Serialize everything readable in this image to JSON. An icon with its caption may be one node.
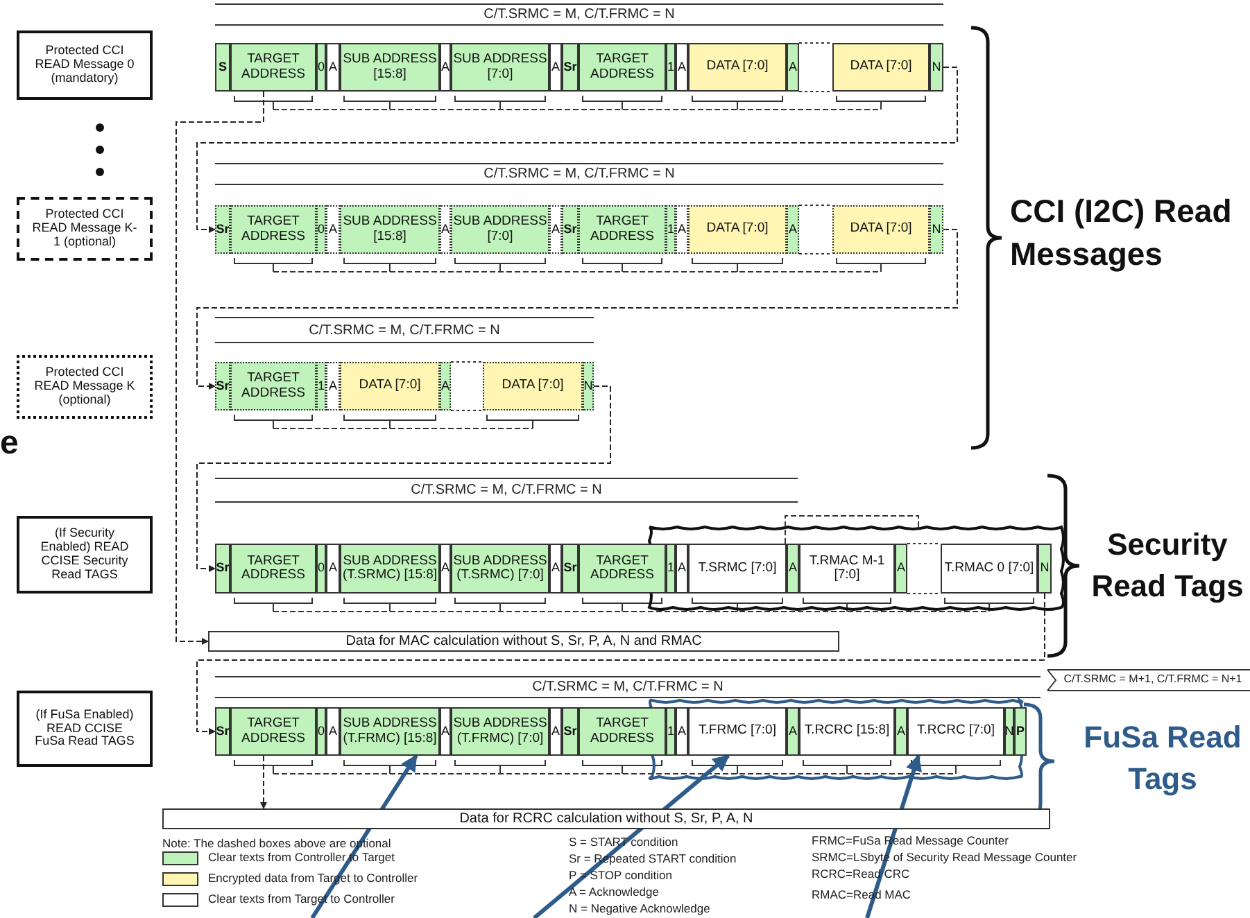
{
  "diagram": {
    "nodes": [
      {
        "text": [
          "Protected CCI READ Message 0 (mandatory)"
        ]
      },
      {
        "text": [
          "Protected CCI READ Message K-1 (optional)"
        ]
      },
      {
        "text": [
          "Protected CCI READ Message K (optional)"
        ]
      },
      {
        "text": [
          "(If Security Enabled) READ CCISE Security Read TAGS"
        ]
      },
      {
        "text": [
          "(If FuSa Enabled) READ CCISE FuSa Read TAGS"
        ]
      },
      {
        "text": [
          "S"
        ]
      },
      {
        "text": [
          "TARGET ADDRESS"
        ]
      },
      {
        "text": [
          "0"
        ]
      },
      {
        "text": [
          "A"
        ]
      },
      {
        "text": [
          "SUB ADDRESS [15:8]"
        ]
      },
      {
        "text": [
          "A"
        ]
      },
      {
        "text": [
          "SUB ADDRESS [7:0]"
        ]
      },
      {
        "text": [
          "A"
        ]
      },
      {
        "text": [
          "Sr"
        ]
      },
      {
        "text": [
          "TARGET ADDRESS"
        ]
      },
      {
        "text": [
          "1"
        ]
      },
      {
        "text": [
          "A"
        ]
      },
      {
        "text": [
          "DATA [7:0]"
        ]
      },
      {
        "text": [
          "A"
        ]
      },
      {
        "text": [
          "DATA [7:0]"
        ]
      },
      {
        "text": [
          "N"
        ]
      },
      {
        "text": [
          "Sr"
        ]
      },
      {
        "text": [
          "TARGET ADDRESS"
        ]
      },
      {
        "text": [
          "0"
        ]
      },
      {
        "text": [
          "A"
        ]
      },
      {
        "text": [
          "SUB ADDRESS [15:8]"
        ]
      },
      {
        "text": [
          "A"
        ]
      },
      {
        "text": [
          "SUB ADDRESS [7:0]"
        ]
      },
      {
        "text": [
          "A"
        ]
      },
      {
        "text": [
          "Sr"
        ]
      },
      {
        "text": [
          "TARGET ADDRESS"
        ]
      },
      {
        "text": [
          "1"
        ]
      },
      {
        "text": [
          "A"
        ]
      },
      {
        "text": [
          "DATA [7:0]"
        ]
      },
      {
        "text": [
          "A"
        ]
      },
      {
        "text": [
          "DATA [7:0]"
        ]
      },
      {
        "text": [
          "N"
        ]
      },
      {
        "text": [
          "Sr"
        ]
      },
      {
        "text": [
          "TARGET ADDRESS"
        ]
      },
      {
        "text": [
          "1"
        ]
      },
      {
        "text": [
          "A"
        ]
      },
      {
        "text": [
          "DATA [7:0]"
        ]
      },
      {
        "text": [
          "A"
        ]
      },
      {
        "text": [
          "DATA [7:0]"
        ]
      },
      {
        "text": [
          "N"
        ]
      },
      {
        "text": [
          "Sr"
        ]
      },
      {
        "text": [
          "TARGET ADDRESS"
        ]
      },
      {
        "text": [
          "0"
        ]
      },
      {
        "text": [
          "A"
        ]
      },
      {
        "text": [
          "SUB ADDRESS (T.SRMC) [15:8]"
        ]
      },
      {
        "text": [
          "A"
        ]
      },
      {
        "text": [
          "SUB ADDRESS (T.SRMC) [7:0]"
        ]
      },
      {
        "text": [
          "A"
        ]
      },
      {
        "text": [
          "Sr"
        ]
      },
      {
        "text": [
          "TARGET ADDRESS"
        ]
      },
      {
        "text": [
          "1"
        ]
      },
      {
        "text": [
          "A"
        ]
      },
      {
        "text": [
          "T.SRMC [7:0]"
        ]
      },
      {
        "text": [
          "A"
        ]
      },
      {
        "text": [
          "T.RMAC M-1 [7:0]"
        ]
      },
      {
        "text": [
          "A"
        ]
      },
      {
        "text": [
          "T.RMAC 0 [7:0]"
        ]
      },
      {
        "text": [
          "N"
        ]
      },
      {
        "text": [
          "Sr"
        ]
      },
      {
        "text": [
          "TARGET ADDRESS"
        ]
      },
      {
        "text": [
          "0"
        ]
      },
      {
        "text": [
          "A"
        ]
      },
      {
        "text": [
          "SUB ADDRESS (T.FRMC) [15:8]"
        ]
      },
      {
        "text": [
          "A"
        ]
      },
      {
        "text": [
          "SUB ADDRESS (T.FRMC) [7:0]"
        ]
      },
      {
        "text": [
          "A"
        ]
      },
      {
        "text": [
          "Sr"
        ]
      },
      {
        "text": [
          "TARGET ADDRESS"
        ]
      },
      {
        "text": [
          "1"
        ]
      },
      {
        "text": [
          "A"
        ]
      },
      {
        "text": [
          "T.FRMC [7:0]"
        ]
      },
      {
        "text": [
          "A"
        ]
      },
      {
        "text": [
          "T.RCRC [15:8]"
        ]
      },
      {
        "text": [
          "A"
        ]
      },
      {
        "text": [
          "T.RCRC [7:0]"
        ]
      },
      {
        "text": [
          "N"
        ]
      },
      {
        "text": [
          "P"
        ]
      },
      {
        "text": [
          "Data for MAC calculation without S, Sr, P, A, N and RMAC"
        ]
      },
      {
        "text": [
          "Data for RCRC calculation without S, Sr, P, A, N"
        ]
      }
    ],
    "edges": [
      {
        "from": 20,
        "to": 21,
        "arrow": "to",
        "style": "dashed"
      },
      {
        "from": 36,
        "to": 37,
        "arrow": "to",
        "style": "dashed"
      },
      {
        "from": 44,
        "to": 45,
        "arrow": "to",
        "style": "dashed"
      },
      {
        "from": 62,
        "to": 63,
        "arrow": "to",
        "style": "dashed"
      },
      {
        "from": 6,
        "to": 82,
        "arrow": "to",
        "style": "dashed"
      },
      {
        "from": 64,
        "to": 83,
        "arrow": "to",
        "style": "dashed"
      },
      {
        "from": null,
        "to": 67,
        "arrow": "to",
        "style": "thick",
        "color": "#2e5c8a"
      },
      {
        "from": null,
        "to": 75,
        "arrow": "to",
        "style": "thick",
        "color": "#2e5c8a"
      },
      {
        "from": null,
        "to": 79,
        "arrow": "to",
        "style": "thick",
        "color": "#2e5c8a"
      }
    ],
    "labels": [
      "e",
      "C/T.SRMC = M, C/T.FRMC = N",
      "C/T.SRMC = M, C/T.FRMC = N",
      "C/T.SRMC = M, C/T.FRMC = N",
      "C/T.SRMC = M, C/T.FRMC = N",
      "C/T.SRMC = M, C/T.FRMC = N",
      "C/T.SRMC = M+1, C/T.FRMC = N+1",
      "CCI (I2C) Read Messages",
      "Security Read Tags",
      "FuSa Read Tags",
      "Note: The dashed boxes above are optional",
      "S = START condition",
      "Sr = Repeated START condition",
      "P = STOP condition",
      "A = Acknowledge",
      "N = Negative Acknowledge",
      "FRMC=FuSa Read Message Counter",
      "SRMC=LSbyte of Security Read Message Counter",
      "RCRC=Read CRC",
      "RMAC=Read MAC"
    ],
    "legend": [
      {
        "text": "Clear texts from Controller to Target",
        "color": "#bff3bb"
      },
      {
        "text": "Encrypted data from Target to Controller",
        "color": "#fff6b3"
      },
      {
        "text": "Clear texts from Target to Controller",
        "color": "#ffffff"
      }
    ]
  }
}
